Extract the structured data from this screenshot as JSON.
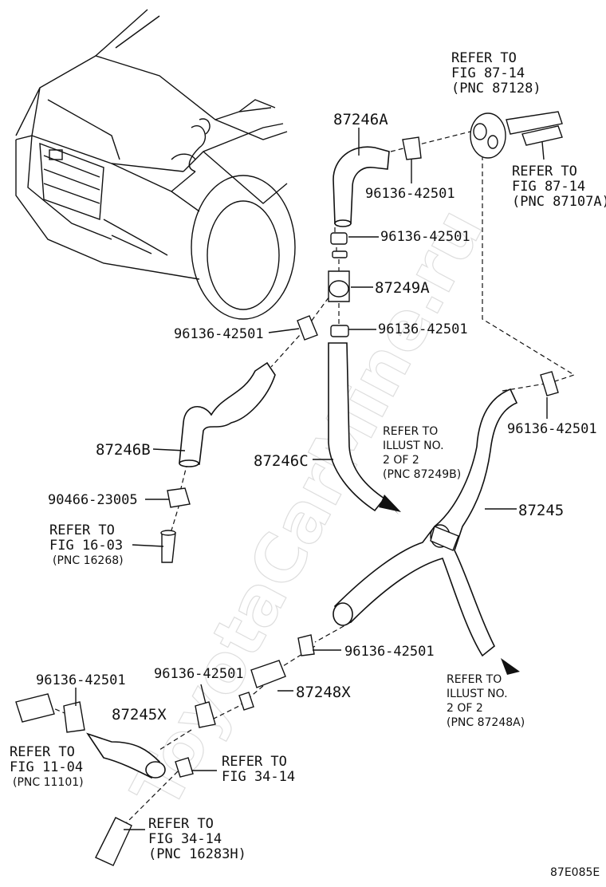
{
  "watermark": "ToyotaCarMine.ru",
  "figure_code": "87E085E",
  "labels": {
    "p87246A": "87246A",
    "p87249A": "87249A",
    "p87246B": "87246B",
    "p87246C": "87246C",
    "p87245": "87245",
    "p87245X": "87245X",
    "p87248X": "87248X",
    "c1": "96136-42501",
    "c2": "96136-42501",
    "c3": "96136-42501",
    "c4": "96136-42501",
    "c5": "96136-42501",
    "c6": "96136-42501",
    "c7": "96136-42501",
    "c8": "96136-42501",
    "p90466": "90466-23005"
  },
  "refs": {
    "r87128": [
      "REFER TO",
      "FIG 87-14",
      "(PNC 87128)"
    ],
    "r87107": [
      "REFER TO",
      "FIG 87-14",
      "(PNC 87107A)"
    ],
    "r87249B": [
      "REFER TO",
      "ILLUST NO.",
      "2 OF 2",
      "(PNC 87249B)"
    ],
    "r16268": [
      "REFER TO",
      "FIG 16-03",
      "(PNC 16268)"
    ],
    "r87248A": [
      "REFER TO",
      "ILLUST NO.",
      "2 OF 2",
      "(PNC 87248A)"
    ],
    "r11101": [
      "REFER TO",
      "FIG 11-04",
      "(PNC 11101)"
    ],
    "r3414": [
      "REFER TO",
      "FIG 34-14"
    ],
    "r16283H": [
      "REFER TO",
      "FIG 34-14",
      "(PNC 16283H)"
    ]
  }
}
